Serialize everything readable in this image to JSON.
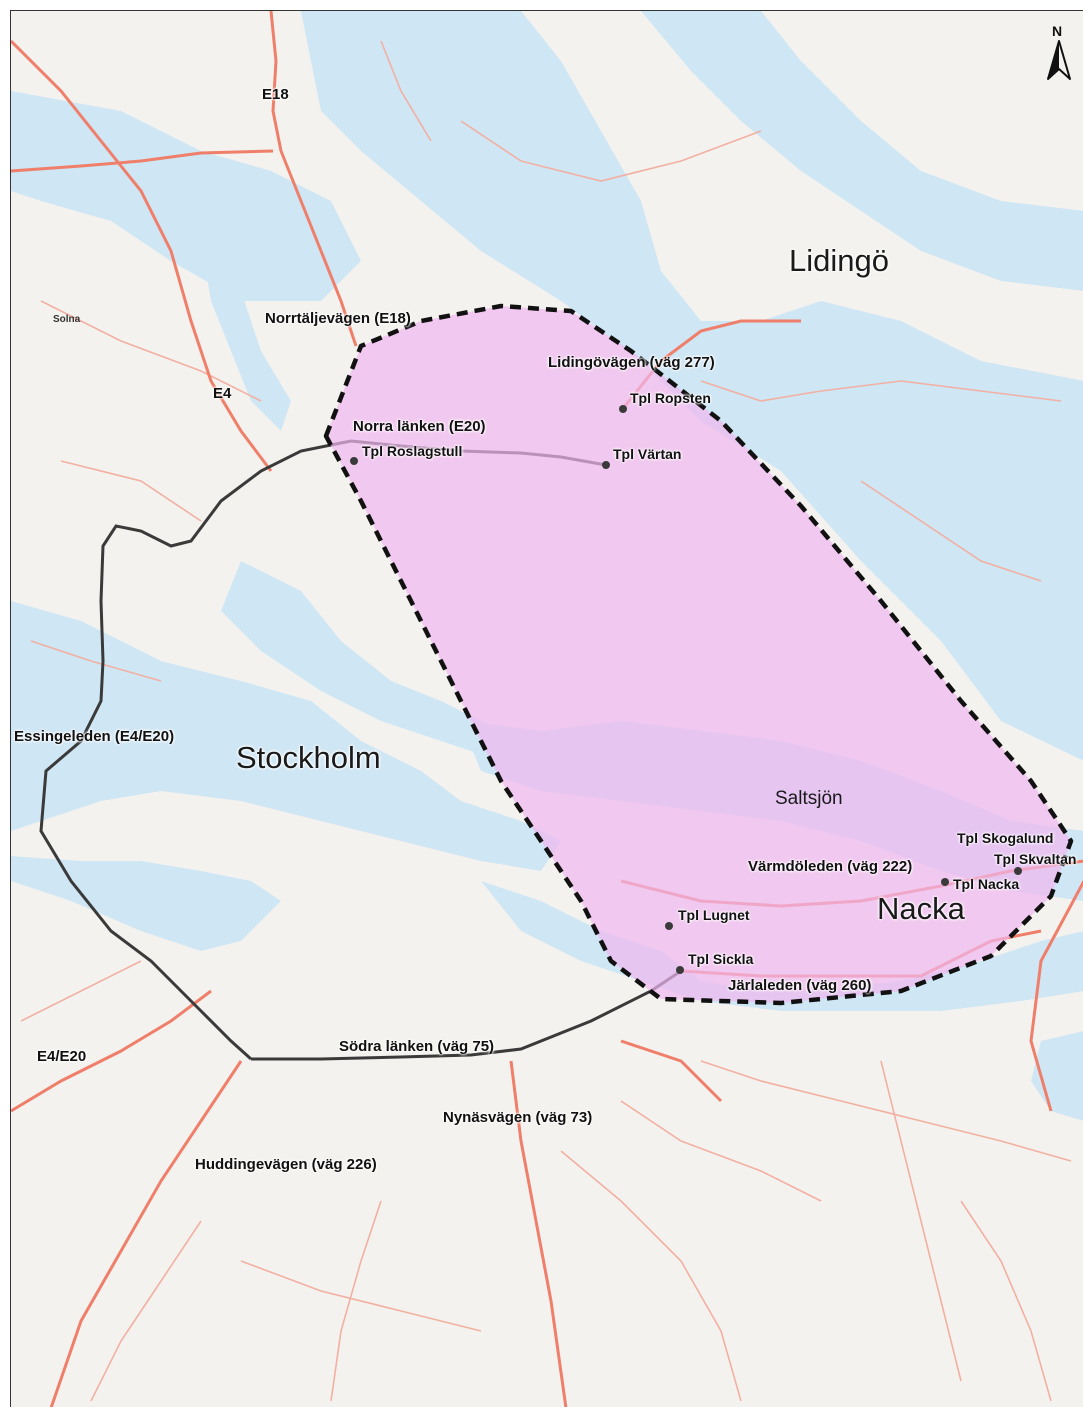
{
  "map": {
    "colors": {
      "water": "#cfe6f4",
      "land": "#f4f2ee",
      "major_road": "#ef7f6a",
      "minor_road": "#f2b0a3",
      "ring_road": "#3a3a3a",
      "zone_fill": "#f0b6ef",
      "zone_border": "#111111",
      "label": "#111111"
    },
    "north_label": "N",
    "places": {
      "stockholm": "Stockholm",
      "lidingo": "Lidingö",
      "nacka": "Nacka",
      "saltsjon": "Saltsjön",
      "solna": "Solna"
    },
    "roads": {
      "e18": "E18",
      "e4": "E4",
      "e4_e20": "E4/E20",
      "norrtaljevagen": "Norrtäljevägen (E18)",
      "norra_lanken": "Norra länken (E20)",
      "lidingovagen": "Lidingövägen (väg 277)",
      "essingeleden": "Essingeleden (E4/E20)",
      "varmdoleden": "Värmdöleden (väg 222)",
      "jarlaleden": "Järlaleden (väg 260)",
      "sodra_lanken": "Södra länken (väg 75)",
      "nynasvagen": "Nynäsvägen (väg 73)",
      "huddingevagen": "Huddingevägen (väg 226)"
    },
    "interchanges": {
      "roslagstull": "Tpl Roslagstull",
      "ropsten": "Tpl Ropsten",
      "vartan": "Tpl Värtan",
      "skogalund": "Tpl Skogalund",
      "skvaltan": "Tpl Skvaltan",
      "nacka": "Tpl Nacka",
      "lugnet": "Tpl Lugnet",
      "sickla": "Tpl Sickla"
    }
  }
}
